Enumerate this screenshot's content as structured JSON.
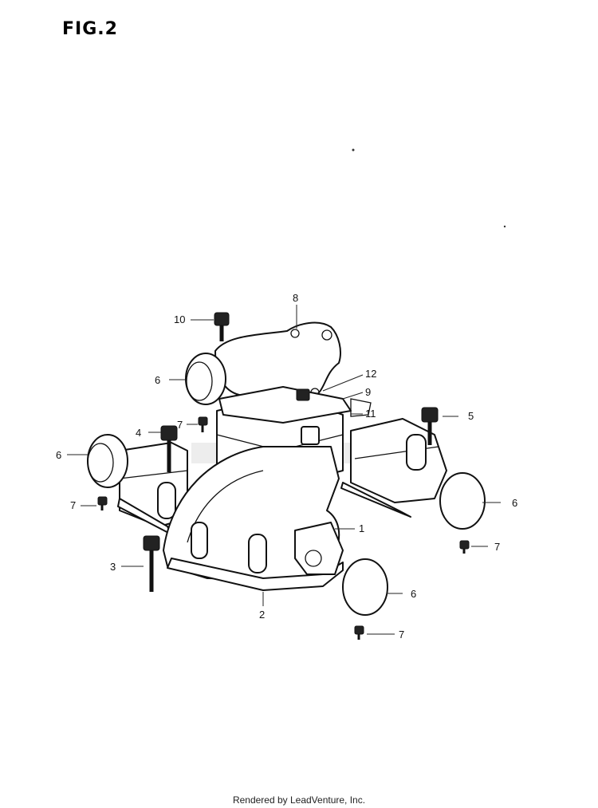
{
  "figure_title": "FIG.2",
  "footer": "Rendered by LeadVenture, Inc.",
  "callouts": {
    "c1": "1",
    "c2": "2",
    "c3": "3",
    "c4": "4",
    "c5": "5",
    "c6a": "6",
    "c6b": "6",
    "c6c": "6",
    "c6d": "6",
    "c7a": "7",
    "c7b": "7",
    "c7c": "7",
    "c7d": "7",
    "c8": "8",
    "c9": "9",
    "c10": "10",
    "c11": "11",
    "c12": "12"
  }
}
